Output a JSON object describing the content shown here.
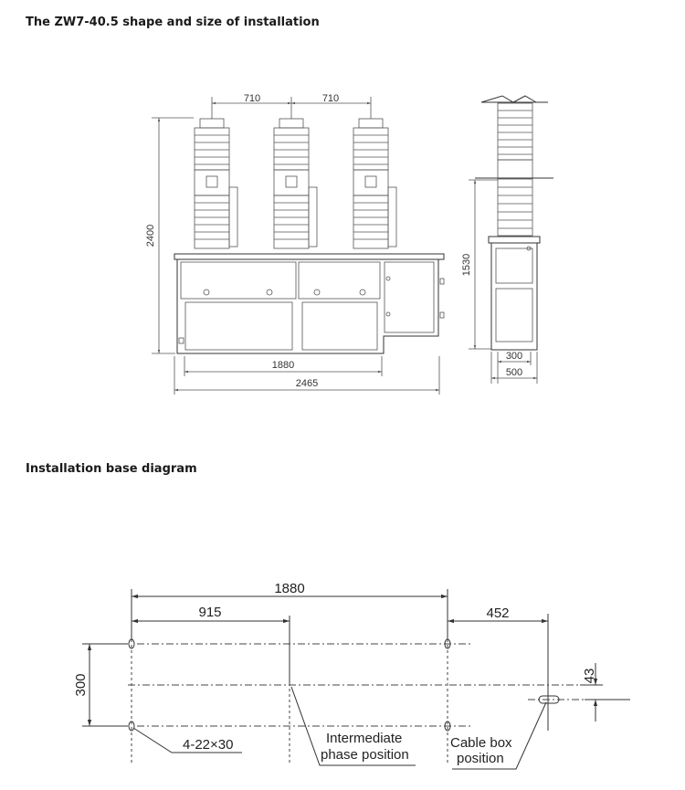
{
  "titles": {
    "shape": "The ZW7-40.5 shape and size of installation",
    "base": "Installation base diagram"
  },
  "front_view": {
    "dim_spacing_left": "710",
    "dim_spacing_right": "710",
    "dim_height": "2400",
    "dim_base_width": "1880",
    "dim_total_width": "2465"
  },
  "side_view": {
    "dim_height": "1530",
    "dim_inner_width": "300",
    "dim_outer_width": "500"
  },
  "base_diagram": {
    "dim_total": "1880",
    "dim_half": "915",
    "dim_cable_offset": "452",
    "dim_depth": "300",
    "dim_cable_y": "43",
    "label_holes": "4-22×30",
    "label_phase_line1": "Intermediate",
    "label_phase_line2": "phase position",
    "label_cable_line1": "Cable box",
    "label_cable_line2": "position"
  }
}
